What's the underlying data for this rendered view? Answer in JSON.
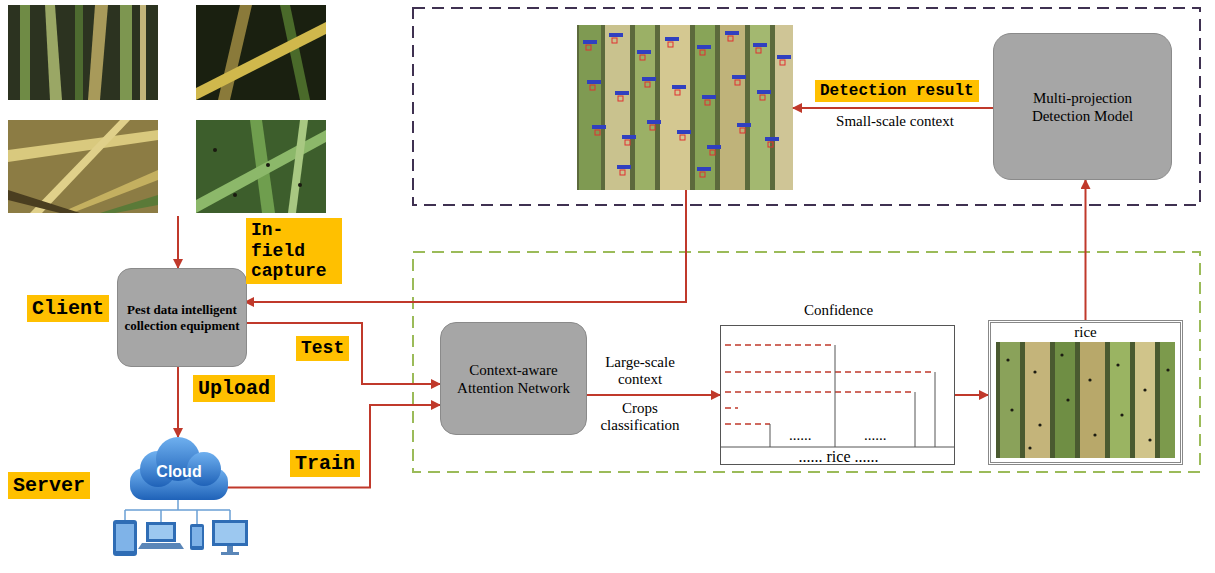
{
  "diagram": {
    "nodes": [
      {
        "text": [
          "Pest data intelligent collection equipment"
        ]
      },
      {
        "text": [
          "Cloud"
        ]
      },
      {
        "text": [
          "Context-aware Attention Network"
        ]
      },
      {
        "text": [
          "Confidence",
          "......",
          "......",
          "...... rice ......"
        ]
      },
      {
        "text": [
          "rice"
        ]
      },
      {
        "text": [
          "Multi-projection Detection Model"
        ]
      }
    ],
    "edges": [
      {
        "from": 0,
        "to": 1,
        "label": "Upload",
        "arrow": "to"
      },
      {
        "from": 0,
        "to": 2,
        "label": "Test",
        "arrow": "to"
      },
      {
        "from": 1,
        "to": 2,
        "label": "Train",
        "arrow": "to"
      },
      {
        "from": 2,
        "to": 3,
        "label": "Large-scale context",
        "arrow": "to"
      },
      {
        "from": 3,
        "to": 4,
        "arrow": "to"
      },
      {
        "from": 4,
        "to": 5,
        "arrow": "to"
      }
    ],
    "labels": [
      "In-field capture",
      "Client",
      "Server",
      "Detection result",
      "Small-scale context",
      "Crops classification"
    ]
  }
}
